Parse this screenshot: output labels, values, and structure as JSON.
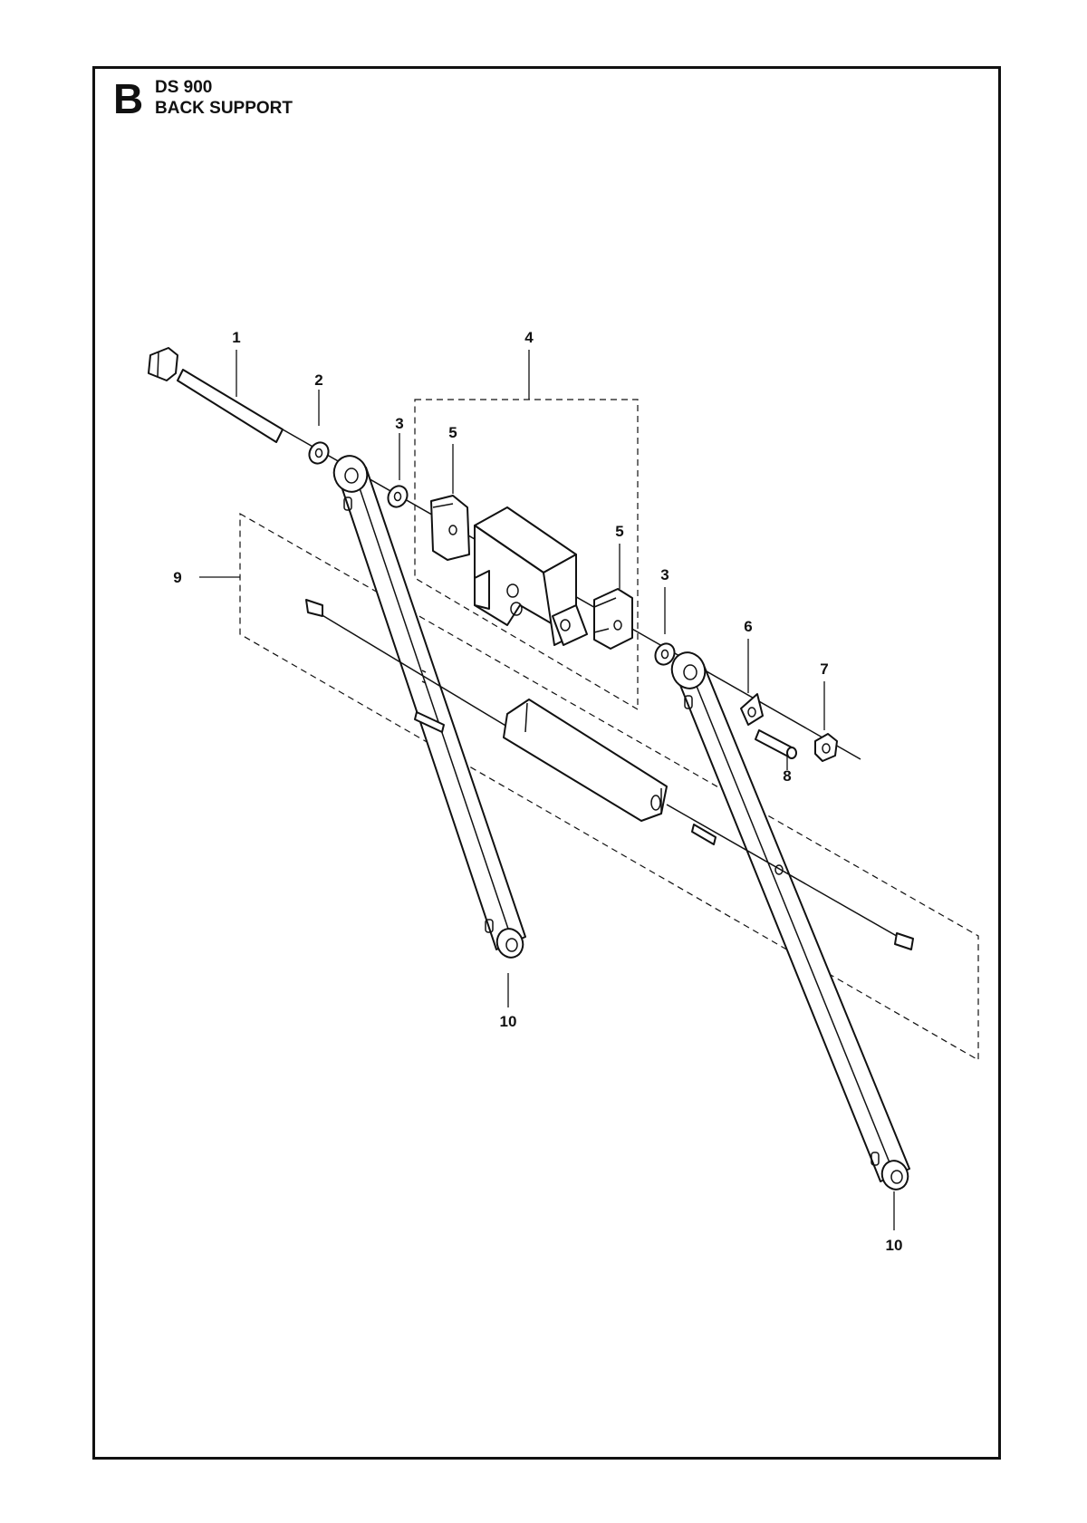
{
  "header": {
    "section_letter": "B",
    "model": "DS 900",
    "title": "BACK SUPPORT"
  },
  "callouts": {
    "c1": "1",
    "c2": "2",
    "c3a": "3",
    "c3b": "3",
    "c4": "4",
    "c5a": "5",
    "c5b": "5",
    "c6": "6",
    "c7": "7",
    "c8": "8",
    "c9": "9",
    "c10a": "10",
    "c10b": "10"
  }
}
